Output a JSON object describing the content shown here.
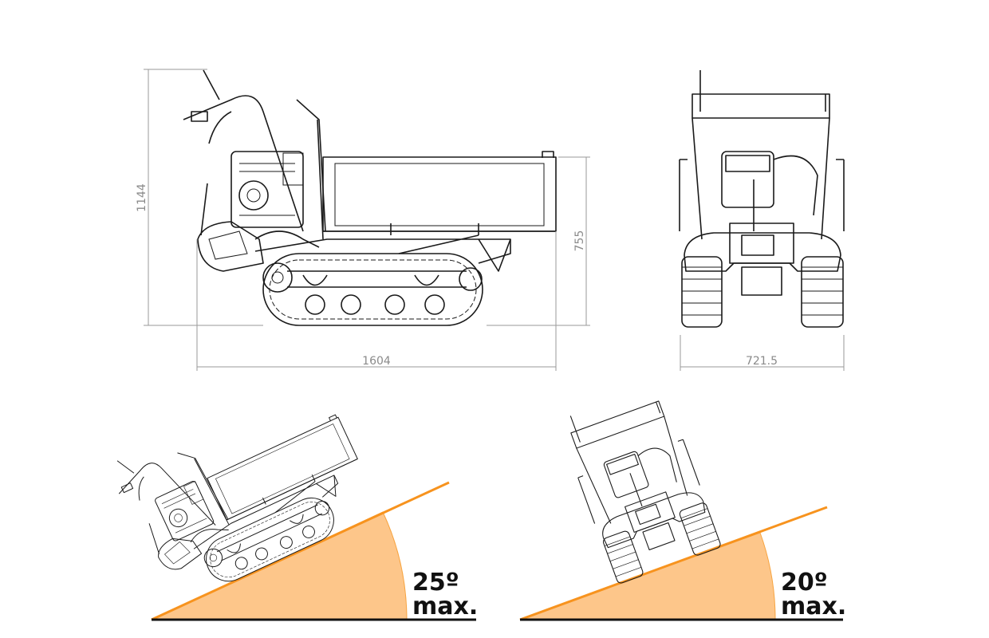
{
  "dimensions": {
    "overall_height": "1144",
    "overall_length": "1604",
    "bed_height": "755",
    "overall_width": "721.5"
  },
  "slopes": [
    {
      "angle": "25º",
      "label": "max."
    },
    {
      "angle": "20º",
      "label": "max."
    }
  ],
  "colors": {
    "slope_line": "#f7931e",
    "slope_fill": "#fdc68a",
    "line": "#1a1a1a"
  }
}
